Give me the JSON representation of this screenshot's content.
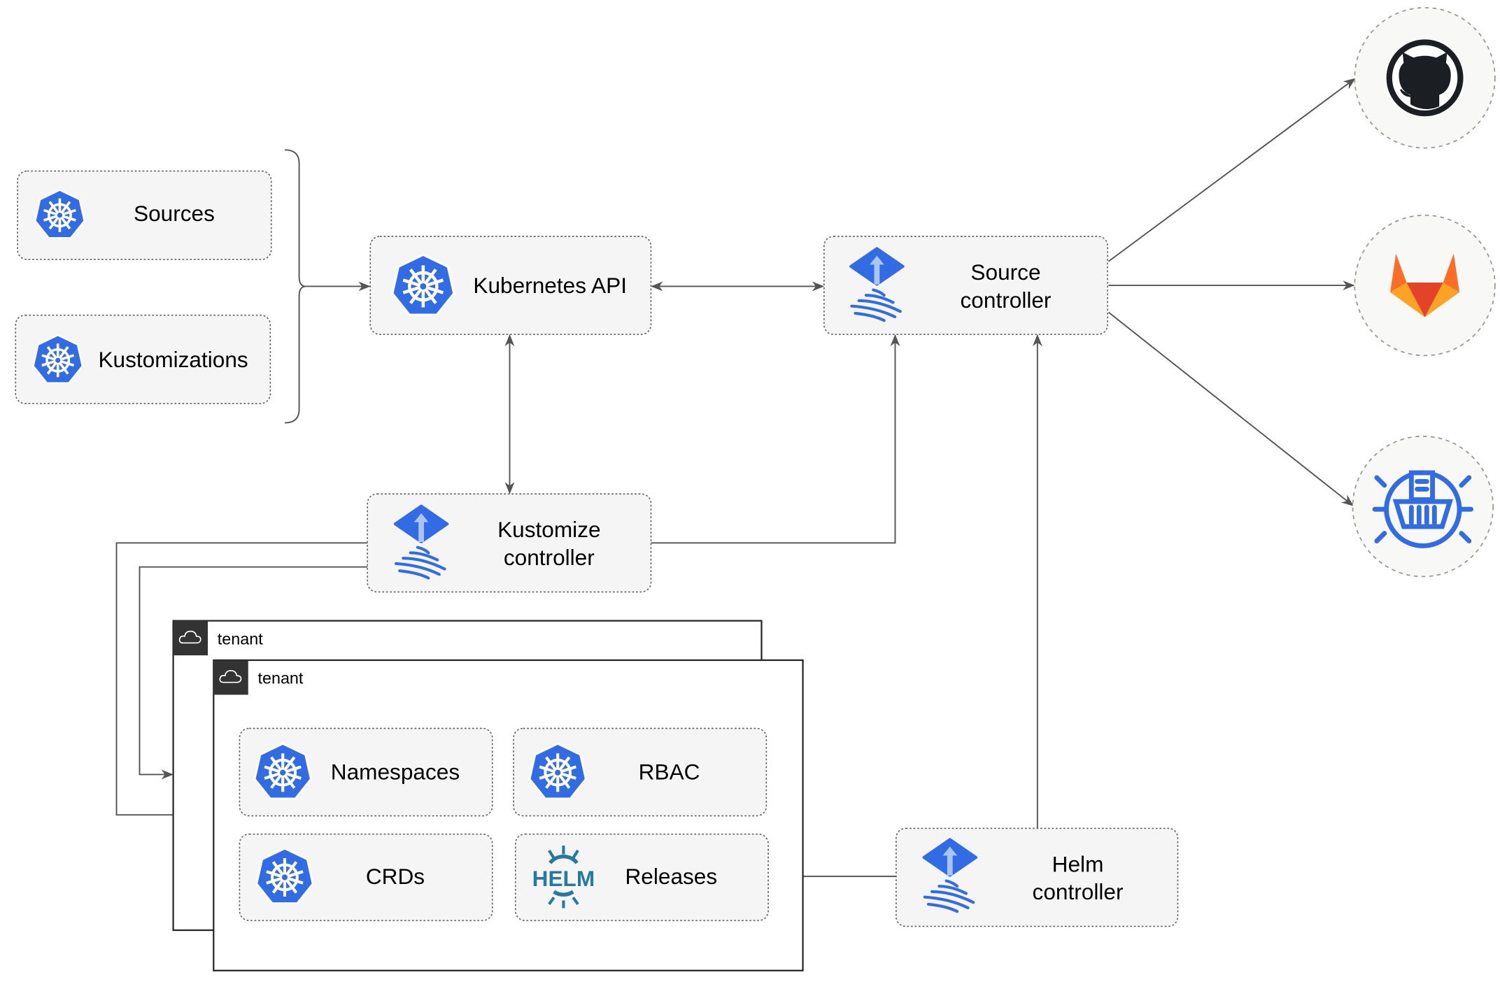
{
  "colors": {
    "kubernetes_blue": "#326ce5",
    "helm_teal": "#277a9f",
    "gitlab_orange": "#fc6d26",
    "edge_gray": "#555555",
    "node_fill": "#f5f5f5",
    "tenant_header": "#333333"
  },
  "nodes": {
    "sources": {
      "label": "Sources",
      "icon": "kubernetes-icon"
    },
    "kustomizations": {
      "label": "Kustomizations",
      "icon": "kubernetes-icon"
    },
    "kubernetes_api": {
      "label": "Kubernetes API",
      "icon": "kubernetes-icon"
    },
    "source_controller": {
      "line1": "Source",
      "line2": "controller",
      "icon": "flux-icon"
    },
    "kustomize_controller": {
      "line1": "Kustomize",
      "line2": "controller",
      "icon": "flux-icon"
    },
    "helm_controller": {
      "line1": "Helm",
      "line2": "controller",
      "icon": "flux-icon"
    },
    "namespaces": {
      "label": "Namespaces",
      "icon": "kubernetes-icon"
    },
    "rbac": {
      "label": "RBAC",
      "icon": "kubernetes-icon"
    },
    "crds": {
      "label": "CRDs",
      "icon": "kubernetes-icon"
    },
    "releases": {
      "label": "Releases",
      "icon": "helm-icon",
      "icon_text": "HELM"
    }
  },
  "tenants": [
    {
      "label": "tenant",
      "icon": "cloud-icon"
    },
    {
      "label": "tenant",
      "icon": "cloud-icon"
    }
  ],
  "external_sources": [
    {
      "icon": "github-icon"
    },
    {
      "icon": "gitlab-icon"
    },
    {
      "icon": "bucket-icon"
    }
  ]
}
